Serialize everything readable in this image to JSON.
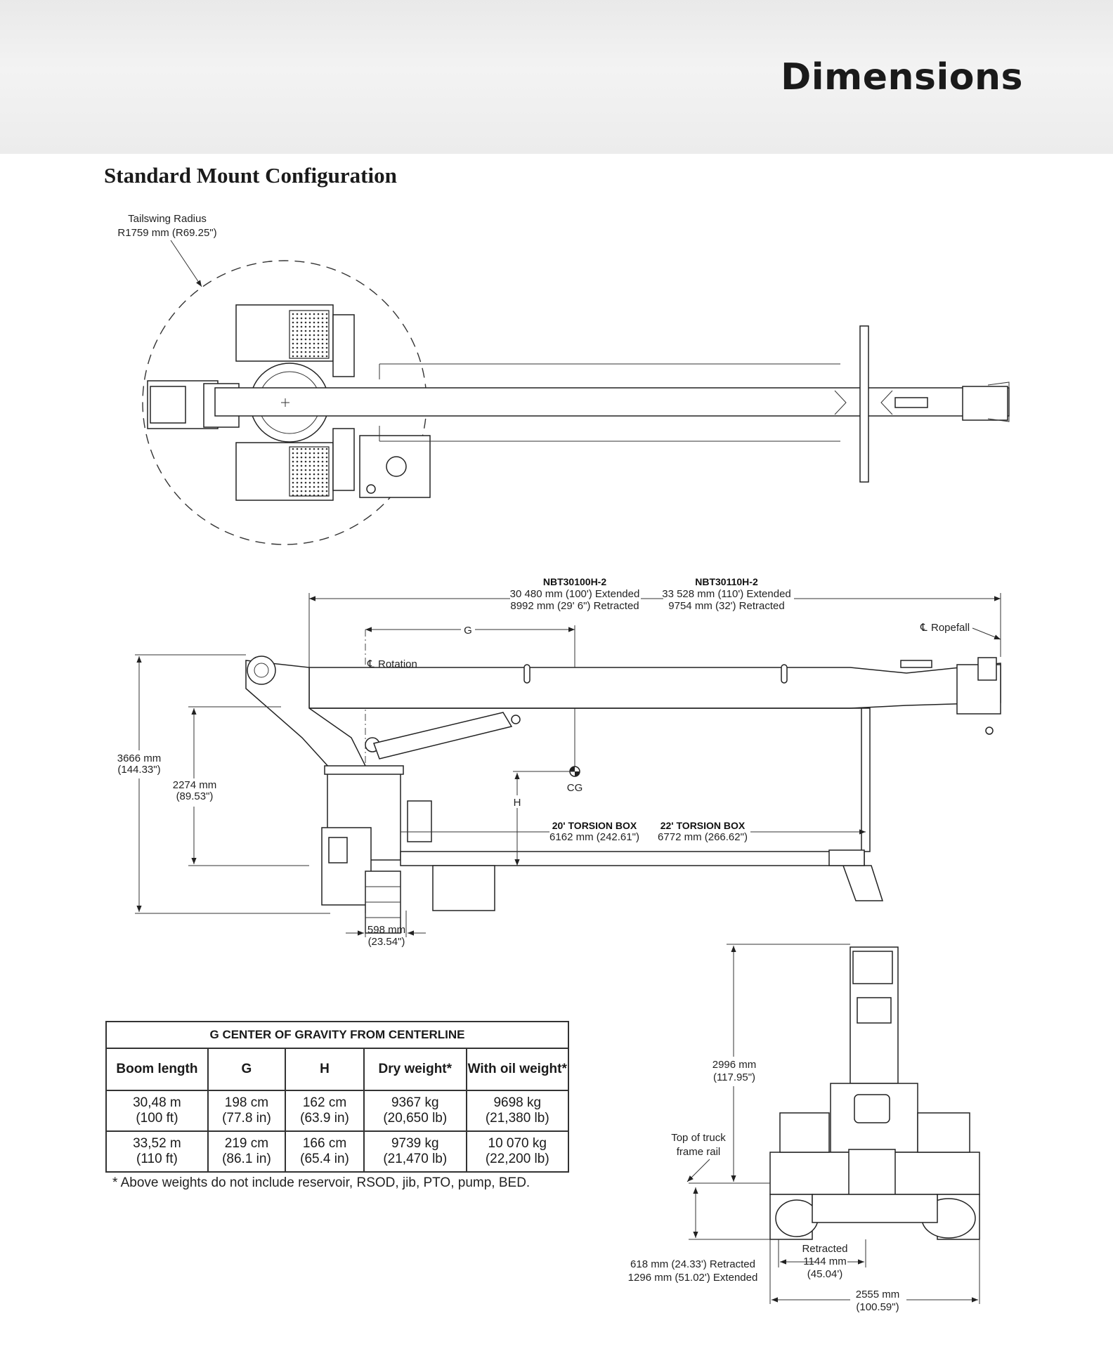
{
  "page": {
    "title": "Dimensions"
  },
  "section": {
    "title": "Standard Mount Configuration"
  },
  "top_view": {
    "tailswing_label": "Tailswing Radius",
    "tailswing_value": "R1759 mm (R69.25\")"
  },
  "side_view": {
    "model_a": {
      "name": "NBT30100H-2",
      "line1": "30 480 mm (100') Extended",
      "line2": "8992 mm (29' 6\") Retracted"
    },
    "model_b": {
      "name": "NBT30110H-2",
      "line1": "33 528 mm (110') Extended",
      "line2": "9754 mm (32') Retracted"
    },
    "g_label": "G",
    "rotation_label": "Rotation",
    "ropefall_label": "Ropefall",
    "centerline_symbol": "℄",
    "cg_label": "CG",
    "h_label": "H",
    "height_overall": {
      "line1": "3666 mm",
      "line2": "(144.33\")"
    },
    "height_boom": {
      "line1": "2274 mm",
      "line2": "(89.53\")"
    },
    "torsion_20": {
      "name": "20' TORSION BOX",
      "value": "6162 mm (242.61\")"
    },
    "torsion_22": {
      "name": "22' TORSION BOX",
      "value": "6772 mm (266.62\")"
    },
    "offset": {
      "line1": "598 mm",
      "line2": "(23.54\")"
    }
  },
  "end_view": {
    "height": {
      "line1": "2996 mm",
      "line2": "(117.95\")"
    },
    "truck_rail": {
      "line1": "Top of truck",
      "line2": "frame rail"
    },
    "outrigger_height": {
      "line1": "618 mm (24.33') Retracted",
      "line2": "1296 mm (51.02') Extended"
    },
    "retracted": {
      "line1": "Retracted",
      "line2": "1144 mm",
      "line3": "(45.04')"
    },
    "width": {
      "line1": "2555 mm",
      "line2": "(100.59\")"
    }
  },
  "cg_table": {
    "caption": "G CENTER OF GRAVITY FROM CENTERLINE",
    "headers": [
      "Boom length",
      "G",
      "H",
      "Dry weight*",
      "With oil weight*"
    ],
    "rows": [
      [
        [
          "30,48 m",
          "(100 ft)"
        ],
        [
          "198 cm",
          "(77.8 in)"
        ],
        [
          "162 cm",
          "(63.9 in)"
        ],
        [
          "9367 kg",
          "(20,650 lb)"
        ],
        [
          "9698 kg",
          "(21,380 lb)"
        ]
      ],
      [
        [
          "33,52 m",
          "(110 ft)"
        ],
        [
          "219 cm",
          "(86.1 in)"
        ],
        [
          "166 cm",
          "(65.4 in)"
        ],
        [
          "9739 kg",
          "(21,470 lb)"
        ],
        [
          "10 070 kg",
          "(22,200 lb)"
        ]
      ]
    ],
    "footnote": "* Above weights do not include reservoir, RSOD, jib, PTO, pump, BED."
  }
}
